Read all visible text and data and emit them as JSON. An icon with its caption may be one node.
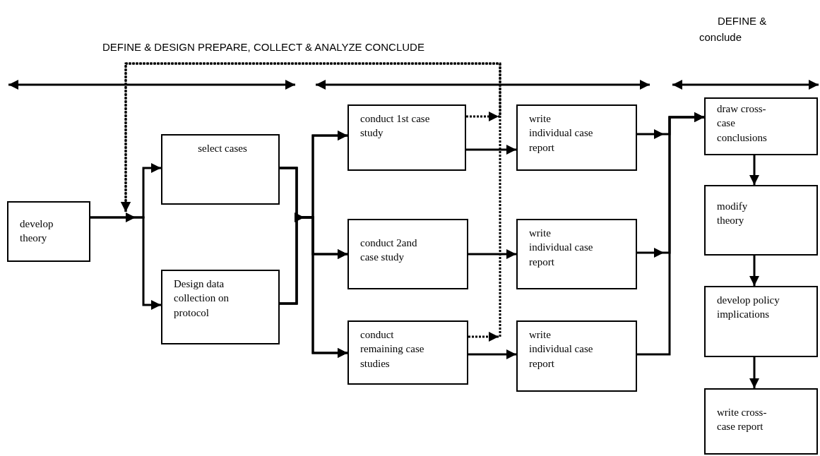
{
  "diagram": {
    "nodes": [
      {
        "text": [
          "develop theory"
        ]
      },
      {
        "text": [
          "select cases"
        ]
      },
      {
        "text": [
          "Design data collection on protocol"
        ]
      },
      {
        "text": [
          "conduct 1st case study"
        ]
      },
      {
        "text": [
          "conduct 2and case study"
        ]
      },
      {
        "text": [
          "conduct remaining case studies"
        ]
      },
      {
        "text": [
          "write individual case report"
        ]
      },
      {
        "text": [
          "write individual case report"
        ]
      },
      {
        "text": [
          "write individual case report"
        ]
      },
      {
        "text": [
          "draw cross-case conclusions"
        ]
      },
      {
        "text": [
          "modify theory"
        ]
      },
      {
        "text": [
          "develop policy implications"
        ]
      },
      {
        "text": [
          "write cross-case report"
        ]
      }
    ],
    "edges": [
      {
        "from": 0,
        "to": 1,
        "arrow": "to"
      },
      {
        "from": 0,
        "to": 2,
        "arrow": "to"
      },
      {
        "from": 1,
        "to": 3,
        "arrow": "to"
      },
      {
        "from": 1,
        "to": 4,
        "arrow": "to"
      },
      {
        "from": 1,
        "to": 5,
        "arrow": "to"
      },
      {
        "from": 2,
        "to": 3,
        "arrow": "to"
      },
      {
        "from": 2,
        "to": 4,
        "arrow": "to"
      },
      {
        "from": 2,
        "to": 5,
        "arrow": "to"
      },
      {
        "from": 3,
        "to": 6,
        "arrow": "to"
      },
      {
        "from": 4,
        "to": 7,
        "arrow": "to"
      },
      {
        "from": 5,
        "to": 8,
        "arrow": "to"
      },
      {
        "from": 6,
        "to": 9,
        "arrow": "to"
      },
      {
        "from": 7,
        "to": 9,
        "arrow": "to"
      },
      {
        "from": 8,
        "to": 9,
        "arrow": "to"
      },
      {
        "from": 9,
        "to": 10,
        "arrow": "to"
      },
      {
        "from": 10,
        "to": 11,
        "arrow": "to"
      },
      {
        "from": 11,
        "to": 12,
        "arrow": "to"
      },
      {
        "from": 3,
        "to": null,
        "arrow": "to",
        "style": "dashed"
      },
      {
        "from": 5,
        "to": null,
        "arrow": "to",
        "style": "dashed"
      }
    ],
    "labels": [
      "DEFINE & DESIGN PREPARE, COLLECT & ANALYZE CONCLUDE",
      "DEFINE &",
      "conclude"
    ]
  }
}
